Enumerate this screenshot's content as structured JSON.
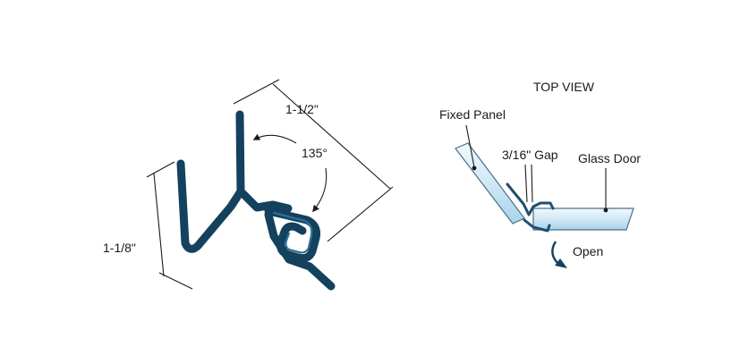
{
  "colors": {
    "profile": "#13415e",
    "glass_light": "#e8f4fb",
    "glass_mid": "#bfe0f2",
    "glass_edge": "#4a6f8a",
    "text": "#1a1a1a",
    "background": "#ffffff"
  },
  "left_diagram": {
    "dimension_top": "1-1/2\"",
    "angle": "135°",
    "dimension_left": "1-1/8\""
  },
  "right_diagram": {
    "title": "TOP VIEW",
    "fixed_panel_label": "Fixed Panel",
    "gap_label": "3/16\" Gap",
    "glass_door_label": "Glass Door",
    "open_label": "Open"
  }
}
